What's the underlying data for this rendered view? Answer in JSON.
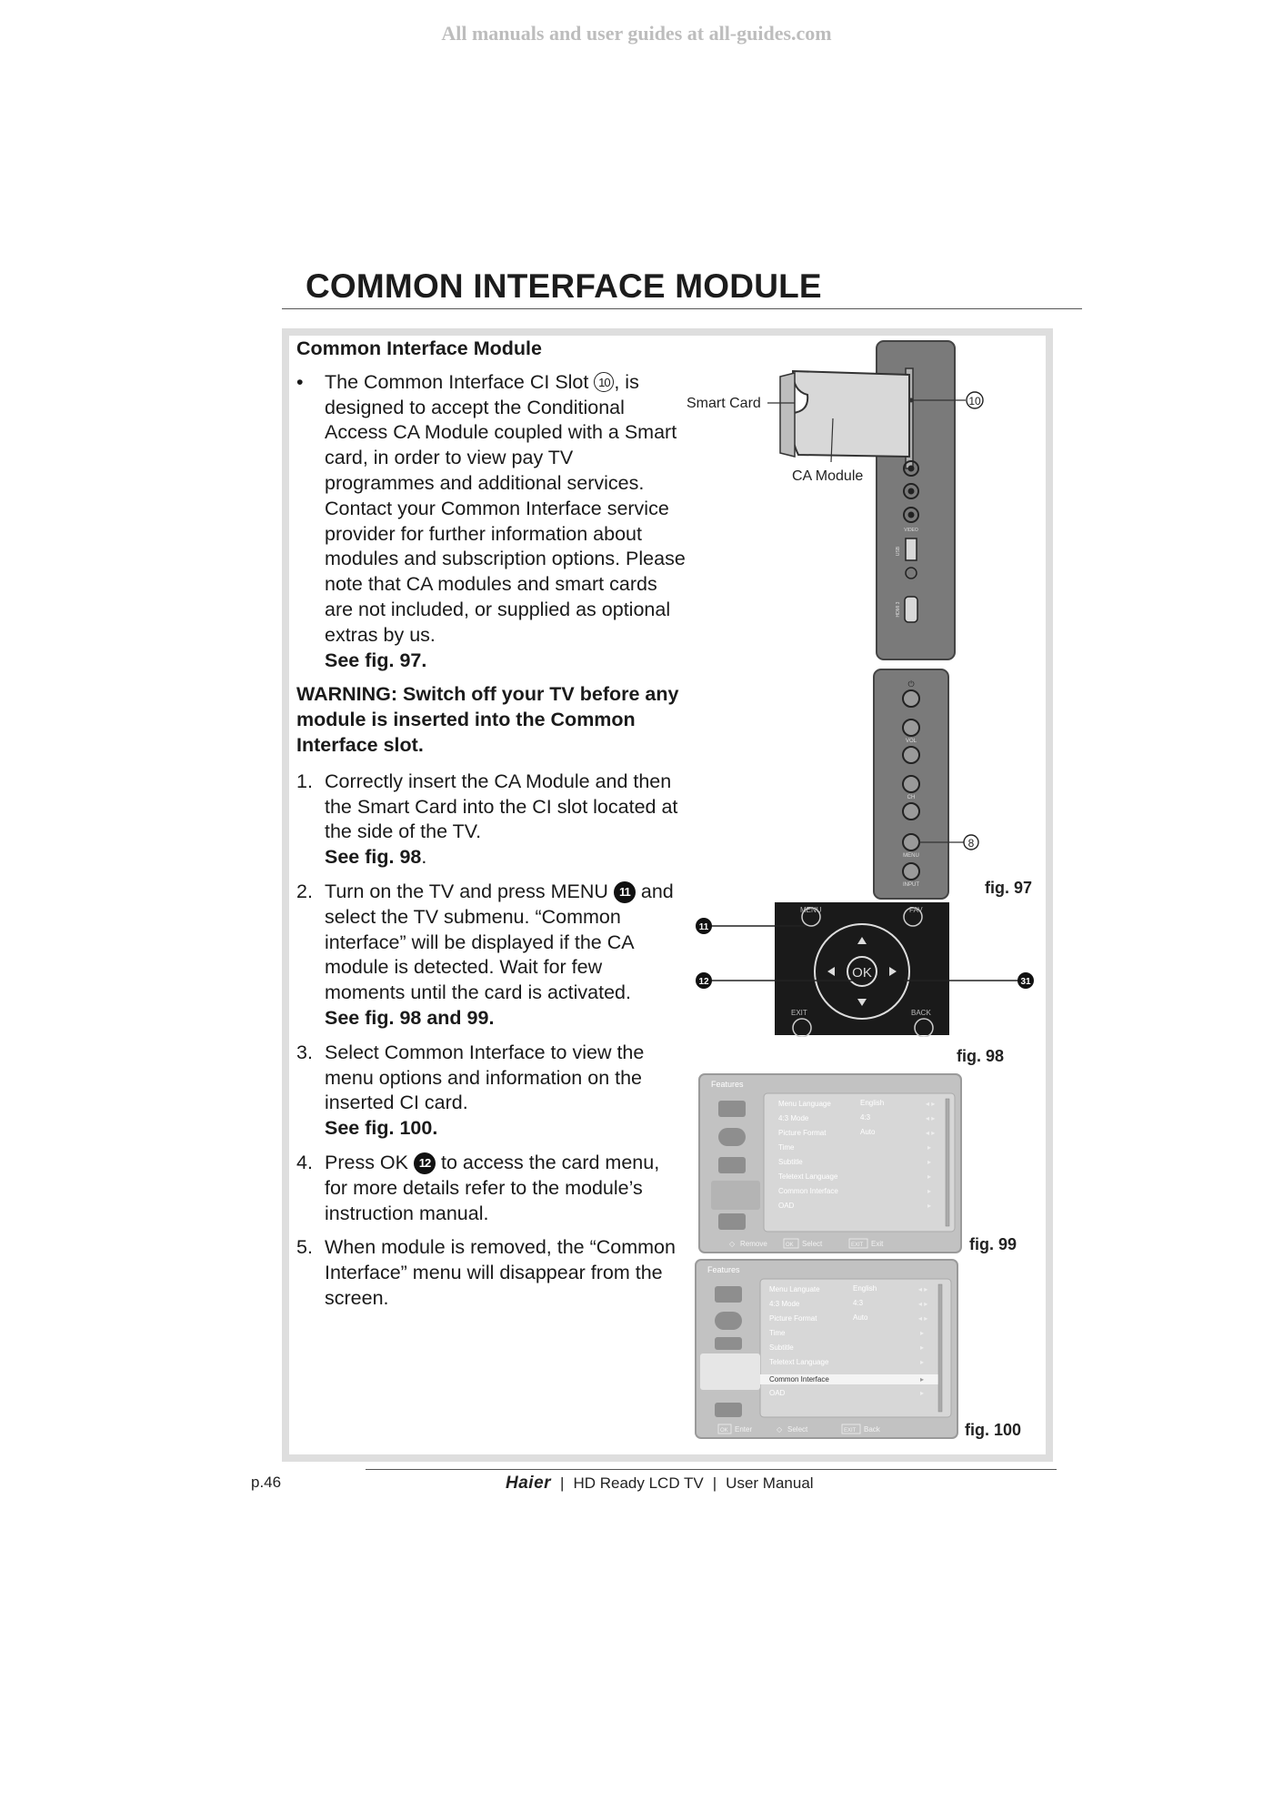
{
  "watermark": "All manuals and user guides at all-guides.com",
  "page_title": "COMMON INTERFACE MODULE",
  "section_heading": "Common Interface Module",
  "bullet": {
    "marker": "•",
    "text_before_callout": "The Common Interface CI Slot",
    "callout": "10",
    "text_after_callout": ", is designed to accept the Conditional Access CA Module coupled with a Smart card, in order to view pay TV programmes and additional services. Contact your Common Interface service provider for further information about modules and subscription options. Please note that CA modules and smart cards are not included, or supplied as optional extras by us.",
    "see": "See fig. 97."
  },
  "warning": "WARNING: Switch off your TV before any module is inserted into the Common Interface slot.",
  "steps": [
    {
      "num": "1.",
      "text": "Correctly insert the CA Module and then the Smart Card into the CI slot located at the side of the TV.",
      "see": "See fig. 98",
      "see_suffix": "."
    },
    {
      "num": "2.",
      "text_before": "Turn on the TV and press MENU",
      "callout": "11",
      "text_after": "and select the TV submenu. “Common interface” will be displayed if the CA module is detected. Wait for few moments until the card is activated.",
      "see": "See fig. 98 and 99."
    },
    {
      "num": "3.",
      "text": "Select Common Interface to view the menu options and information on the inserted CI card.",
      "see": "See fig. 100."
    },
    {
      "num": "4.",
      "text_before": "Press OK",
      "callout": "12",
      "text_after": "to access the card menu, for more details refer to the module’s instruction manual."
    },
    {
      "num": "5.",
      "text": "When module is removed, the “Common Interface” menu will disappear from the screen."
    }
  ],
  "fig97": {
    "label": "fig. 97",
    "smart_card_label": "Smart Card",
    "ca_module_label": "CA Module",
    "callout_slot": "10",
    "callout_panel": "8",
    "port_labels": [
      "VIDEO",
      "USB",
      "HDMI 3"
    ],
    "button_labels": [
      "VOL",
      "CH",
      "MENU",
      "INPUT"
    ]
  },
  "fig98": {
    "label": "fig. 98",
    "menu_label": "MENU",
    "fav_label": "FAV",
    "exit_label": "EXIT",
    "back_label": "BACK",
    "ok_label": "OK",
    "callouts": [
      "11",
      "12",
      "31"
    ]
  },
  "fig99": {
    "label": "fig. 99",
    "title": "Features",
    "rows": [
      {
        "name": "Menu Language",
        "value": "English"
      },
      {
        "name": "4:3 Mode",
        "value": "4:3"
      },
      {
        "name": "Picture Format",
        "value": "Auto"
      },
      {
        "name": "Time",
        "value": ""
      },
      {
        "name": "Subtitle",
        "value": ""
      },
      {
        "name": "Teletext Language",
        "value": ""
      },
      {
        "name": "Common Interface",
        "value": ""
      },
      {
        "name": "OAD",
        "value": ""
      }
    ],
    "footer": [
      {
        "key": "",
        "label": "Remove"
      },
      {
        "key": "OK",
        "label": "Select"
      },
      {
        "key": "EXIT",
        "label": "Exit"
      }
    ]
  },
  "fig100": {
    "label": "fig. 100",
    "title": "Features",
    "rows": [
      {
        "name": "Menu Languate",
        "value": "English"
      },
      {
        "name": "4:3 Mode",
        "value": "4:3"
      },
      {
        "name": "Picture Format",
        "value": "Auto"
      },
      {
        "name": "Time",
        "value": ""
      },
      {
        "name": "Subtitle",
        "value": ""
      },
      {
        "name": "Teletext Language",
        "value": ""
      },
      {
        "name": "Common Interface",
        "value": ""
      },
      {
        "name": "OAD",
        "value": ""
      }
    ],
    "highlighted_row": "Common Interface",
    "footer": [
      {
        "key": "OK",
        "label": "Enter"
      },
      {
        "key": "",
        "label": "Select"
      },
      {
        "key": "EXIT",
        "label": "Back"
      }
    ]
  },
  "footer": {
    "page_number": "p.46",
    "brand": "Haier",
    "separator": "|",
    "product": "HD Ready LCD TV",
    "doc": "User Manual"
  }
}
